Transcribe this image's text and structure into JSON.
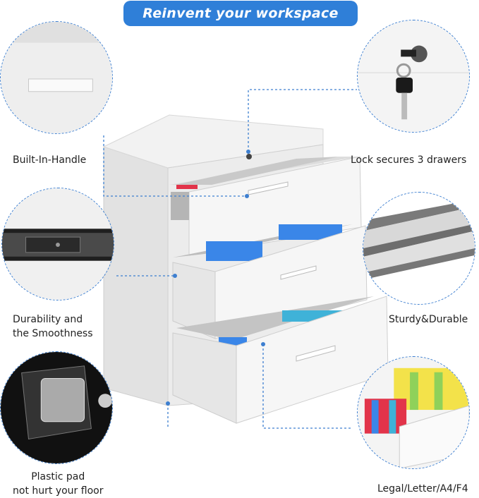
{
  "banner": {
    "text": "Reinvent your workspace",
    "color": "#2f7fd8"
  },
  "features": [
    {
      "label": "Built-In-Handle"
    },
    {
      "label": "Lock secures 3 drawers"
    },
    {
      "label_line1": "Durability and",
      "label_line2": "the Smoothness"
    },
    {
      "label": "Sturdy&Durable"
    },
    {
      "label_line1": "Plastic pad",
      "label_line2": "not hurt your floor"
    },
    {
      "label": "Legal/Letter/A4/F4"
    }
  ],
  "colors": {
    "accent_border": "#3d7fd0",
    "cabinet": "#f4f4f4",
    "folder_red": "#e2344a",
    "folder_blue": "#3a86e8",
    "folder_yellow": "#f3e24a",
    "folder_green": "#8fd15a"
  }
}
